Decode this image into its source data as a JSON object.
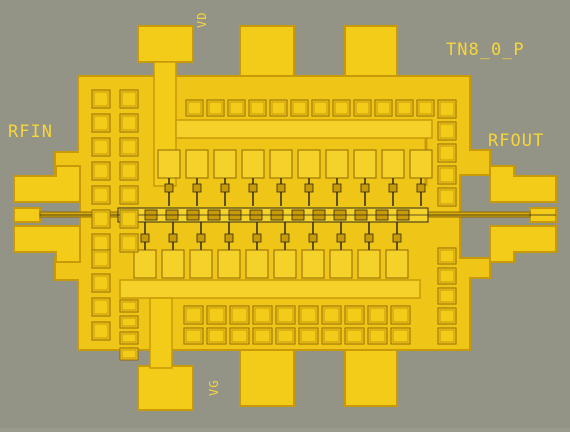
{
  "labels": {
    "rf_input": "RFIN",
    "rf_output": "RFOUT",
    "die_id": "TN8_0_P",
    "drain_pad": "VD",
    "gate_pad": "VG"
  },
  "colors": {
    "substrate": "#9a9a8c",
    "gold": "#f3cc1a",
    "gold_dark": "#c99a08",
    "gold_shadow": "#8f6a05",
    "pad_fill": "#f7d733",
    "label_text": "#f6d63a",
    "trace_dark": "#2e2a1a"
  }
}
